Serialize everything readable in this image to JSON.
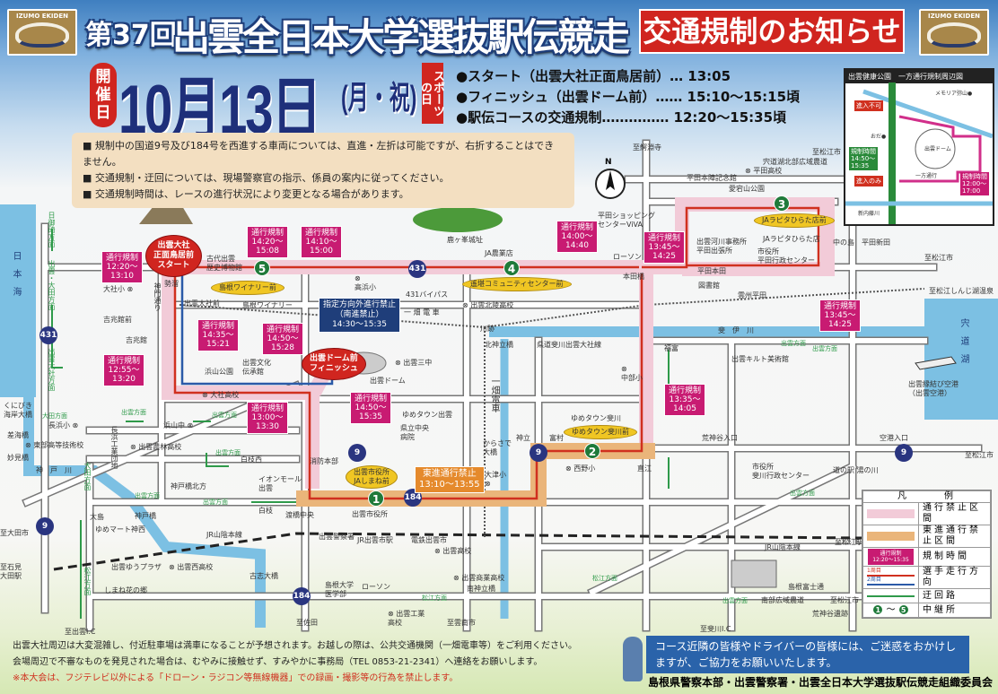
{
  "header": {
    "logo_text": "IZUMO EKIDEN",
    "edition": "第37回",
    "title": "出雲全日本大学選抜駅伝競走",
    "notice": "交通規制のお知らせ",
    "kaisai": "開催日",
    "date": "10月13日",
    "weekday": "(月・祝)",
    "holiday": "スポーツの日",
    "schedule": [
      "●スタート（出雲大社正面鳥居前）… 13:05",
      "●フィニッシュ（出雲ドーム前）…… 15:10～15:15頃",
      "●駅伝コースの交通規制…………… 12:20～15:35頃"
    ]
  },
  "notices": [
    "■ 規制中の国道9号及び184号を西進する車両については、直進・左折は可能ですが、右折することはできません。",
    "■ 交通規制・迂回については、現場警察官の指示、係員の案内に従ってください。",
    "■ 交通規制時間は、レースの進行状況により変更となる場合があります。"
  ],
  "inset": {
    "title": "出雲健康公園　一方通行規制周辺図",
    "labels": [
      "メモリア弥山●",
      "進入不可",
      "おだ●",
      "出雲ドーム",
      "規制時間\n14:50～\n15:35",
      "進入のみ",
      "一方通行",
      "規制時間\n12:00～\n17:00",
      "新内藤川"
    ]
  },
  "time_boxes": [
    "通行規制\n12:20～\n13:10",
    "通行規制\n14:20～\n15:08",
    "通行規制\n14:10～\n15:00",
    "通行規制\n14:35～\n15:21",
    "通行規制\n14:50～\n15:28",
    "通行規制\n12:55～\n13:20",
    "通行規制\n14:50～\n15:35",
    "通行規制\n13:00～\n13:30",
    "通行規制\n14:00～\n14:40",
    "通行規制\n13:45～\n14:25",
    "通行規制\n13:45～\n14:25",
    "通行規制\n13:35～\n14:05"
  ],
  "special_boxes": {
    "south_ban": "指定方向外進行禁止\n（南進禁止）\n14:30～15:35",
    "east_ban": "東進通行禁止\n13:10～13:55"
  },
  "start_finish": {
    "start": "出雲大社\n正面鳥居前\nスタート",
    "finish": "出雲ドーム前\nフィニッシュ"
  },
  "relay_points": [
    {
      "num": "1",
      "name": "出雲市役所\nJAしまね前"
    },
    {
      "num": "2",
      "name": "ゆめタウン斐川前"
    },
    {
      "num": "3",
      "name": "JAラピタひらた店前"
    },
    {
      "num": "4",
      "name": "遙堪コミュニティセンター前"
    },
    {
      "num": "5",
      "name": "島根ワイナリー前"
    }
  ],
  "routes": [
    "9",
    "9",
    "9",
    "9",
    "184",
    "184",
    "431",
    "431"
  ],
  "compass": "N",
  "map_labels": [
    "古代出雲\n歴史博物館",
    "大社小 ⊗",
    "勢溜",
    "吉兆館前",
    "吉兆館",
    "出雲大社前",
    "島根ワイナリー",
    "⊗\n高浜小",
    "431バイパス",
    "一 畑 電 車",
    "⊗ 出雲北陵高校",
    "川跡",
    "JA農業店",
    "ローソン",
    "本田橋",
    "北神立橋",
    "県道斐川出雲大社線",
    "⊗ 出雲三中",
    "出雲ドーム",
    "浜山公園",
    "出雲文化\n伝承館",
    "ゆめタウン出雲",
    "県立中央\n病院",
    "出雲市役所",
    "消防本部",
    "からさで\n大橋",
    "大津小\n⊗",
    "神立",
    "富村",
    "ゆめタウン斐川",
    "⊗ 西野小",
    "⊗\n中部小",
    "直江",
    "福富",
    "斐　伊　川",
    "出雲キルト美術館",
    "荒神谷入口",
    "空港入口",
    "至松江市",
    "市役所\n斐川行政センター",
    "道の駅 湯の川",
    "出雲縁結び空港\n（出雲空港）",
    "平田ショッピング\nセンターViVA",
    "平田本陣記念館",
    "愛宕山公園",
    "⊗ 平田高校",
    "至松江市",
    "宍道湖北部広域農道",
    "至鰐淵寺",
    "出雲河川事務所\n平田出張所",
    "JAラピタひらた店",
    "市役所\n平田行政センター",
    "平田本田",
    "図書館",
    "雲州平田",
    "中の島",
    "平田新田",
    "至松江市",
    "至松江しんじ湖温泉",
    "鹿ヶ峯城址",
    "JR山陰本線",
    "JR出雲市駅",
    "電鉄出雲市",
    "出雲警察署",
    "⊗ 出雲高校",
    "⊗ 出雲商業高校",
    "南神立橋",
    "島根大学\n医学部",
    "ローソン",
    "⊗ 出雲工業\n高校",
    "至佐田",
    "至雲南市",
    "至斐川I.C",
    "至出雲I.C",
    "JR山陰本線",
    "至松江駅",
    "島根富士通",
    "南部広域農道",
    "至松江市",
    "荒神谷遺跡",
    "⊗ 出雲西高校",
    "出雲ゆうプラザ",
    "しまね花の郷",
    "ゆめマート神西",
    "神戸橋",
    "古志大橋",
    "大島",
    "至大田市",
    "至石見\n大田駅",
    "神　戸　川",
    "くにびき\n海岸大橋",
    "長浜小 ⊗",
    "⊗ 出雲農林高校",
    "浜山中 ⊗",
    "⊗ 大社高校",
    "白枝西",
    "イオンモール\n出雲",
    "白枝",
    "渡橋中央",
    "神戸橋北方",
    "⊗ 東部高等技術校",
    "差海橋",
    "妙見橋"
  ],
  "vertical_labels": [
    "日　本　海",
    "宍　道　湖",
    "神門通り",
    "日御碕方面",
    "出雲・大田方面",
    "出雲大社方面",
    "一畑電車",
    "大田方面",
    "松江方面",
    "長浜工業団地"
  ],
  "direction_labels": [
    "出雲方面",
    "大田方面",
    "出雲方面",
    "出雲方面",
    "出雲方面",
    "出雲方面",
    "出雲方面",
    "松江方面",
    "出雲方面",
    "松江方面",
    "出雲方面",
    "出雲方面"
  ],
  "legend": {
    "title": "凡　　　例",
    "rows": [
      "通行禁止区間",
      "東進通行禁止区間",
      "規制時間",
      "選手走行方向",
      "迂回路",
      "中継所"
    ],
    "sample_box": "通行規制\n12:20～15:35",
    "lap1": "1周目",
    "lap2": "2周目",
    "relay_range": "～"
  },
  "footer": {
    "lines": [
      "出雲大社周辺は大変混雑し、付近駐車場は満車になることが予想されます。お越しの際は、公共交通機関（一畑電車等）をご利用ください。",
      "会場周辺で不審なものを発見された場合は、むやみに接触せず、すみやかに事務局（TEL 0853-21-2341）へ連絡をお願いします。"
    ],
    "warning": "※本大会は、フジテレビ以外による「ドローン・ラジコン等無線機器」での録画・撮影等の行為を禁止します。",
    "message": "コース近隣の皆様やドライバーの皆様には、ご迷惑をおかけしますが、ご協力をお願いいたします。",
    "organizers": "島根県警察本部・出雲警察署・出雲全日本大学選抜駅伝競走組織委員会"
  },
  "colors": {
    "closed": "#f2cbd8",
    "east_closed": "#eab57a",
    "time_box": "#c81b72",
    "lap1": "#d0301f",
    "lap2": "#2b5aa8",
    "detour": "#2f9a4a",
    "water": "#7cc0e3"
  }
}
